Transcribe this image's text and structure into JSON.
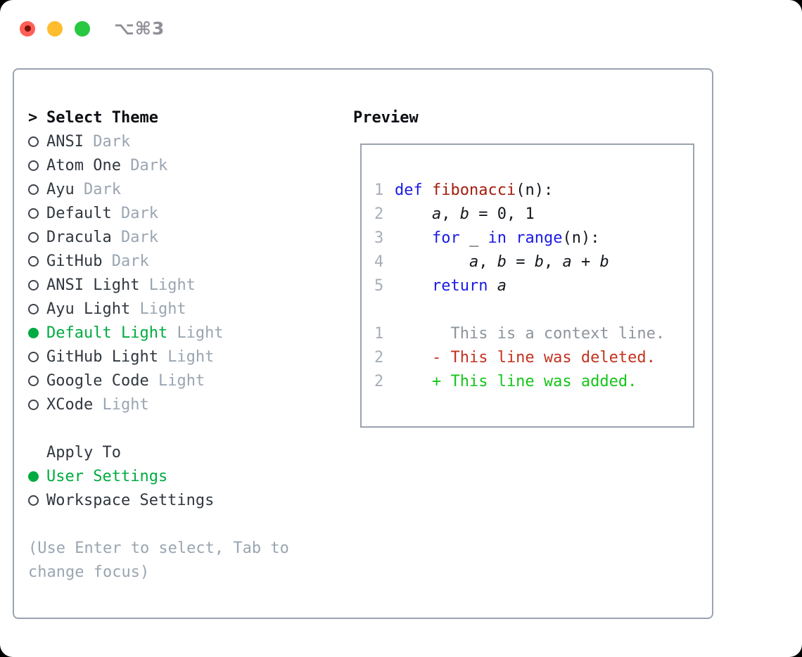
{
  "window": {
    "title": "⌥⌘3",
    "traffic_lights": [
      "close",
      "minimize",
      "maximize"
    ]
  },
  "colors": {
    "selected_green": "#00ab41",
    "keyword_blue": "#1a1ae6",
    "function_red": "#a31c0d",
    "deleted_red": "#c3321e",
    "added_green": "#14c519",
    "muted_gray": "#9aa5b1",
    "line_number_gray": "#a6aeb8",
    "context_gray": "#8d949c",
    "border_gray": "#9aa3ae",
    "traffic_red": "#ff5f57",
    "traffic_yellow": "#febc2e",
    "traffic_green": "#28c840"
  },
  "panel": {
    "select_theme": {
      "prompt": ">",
      "label": "Select Theme"
    },
    "themes": [
      {
        "name": "ANSI",
        "variant": "Dark",
        "selected": false
      },
      {
        "name": "Atom One",
        "variant": "Dark",
        "selected": false
      },
      {
        "name": "Ayu",
        "variant": "Dark",
        "selected": false
      },
      {
        "name": "Default",
        "variant": "Dark",
        "selected": false
      },
      {
        "name": "Dracula",
        "variant": "Dark",
        "selected": false
      },
      {
        "name": "GitHub",
        "variant": "Dark",
        "selected": false
      },
      {
        "name": "ANSI Light",
        "variant": "Light",
        "selected": false
      },
      {
        "name": "Ayu Light",
        "variant": "Light",
        "selected": false
      },
      {
        "name": "Default Light",
        "variant": "Light",
        "selected": true
      },
      {
        "name": "GitHub Light",
        "variant": "Light",
        "selected": false
      },
      {
        "name": "Google Code",
        "variant": "Light",
        "selected": false
      },
      {
        "name": "XCode",
        "variant": "Light",
        "selected": false
      }
    ],
    "apply_to": {
      "label": "Apply To",
      "options": [
        {
          "name": "User Settings",
          "selected": true
        },
        {
          "name": "Workspace Settings",
          "selected": false
        }
      ]
    },
    "hint_lines": [
      "(Use Enter to select, Tab to",
      "change focus)"
    ]
  },
  "preview": {
    "label": "Preview",
    "code_lines": [
      {
        "num": "1",
        "tokens": [
          {
            "t": "def",
            "c": "kw"
          },
          {
            "t": " ",
            "c": "pl"
          },
          {
            "t": "fibonacci",
            "c": "fn"
          },
          {
            "t": "(n):",
            "c": "pl"
          }
        ]
      },
      {
        "num": "2",
        "tokens": [
          {
            "t": "    ",
            "c": "pl"
          },
          {
            "t": "a",
            "c": "pl var"
          },
          {
            "t": ", ",
            "c": "pl"
          },
          {
            "t": "b",
            "c": "pl var"
          },
          {
            "t": " = 0, 1",
            "c": "pl"
          }
        ]
      },
      {
        "num": "3",
        "tokens": [
          {
            "t": "    ",
            "c": "pl"
          },
          {
            "t": "for",
            "c": "kw"
          },
          {
            "t": " _ ",
            "c": "pl"
          },
          {
            "t": "in",
            "c": "kw"
          },
          {
            "t": " ",
            "c": "pl"
          },
          {
            "t": "range",
            "c": "kw"
          },
          {
            "t": "(n):",
            "c": "pl"
          }
        ]
      },
      {
        "num": "4",
        "tokens": [
          {
            "t": "        ",
            "c": "pl"
          },
          {
            "t": "a",
            "c": "pl var"
          },
          {
            "t": ", ",
            "c": "pl"
          },
          {
            "t": "b",
            "c": "pl var"
          },
          {
            "t": " = ",
            "c": "pl"
          },
          {
            "t": "b",
            "c": "pl var"
          },
          {
            "t": ", ",
            "c": "pl"
          },
          {
            "t": "a",
            "c": "pl var"
          },
          {
            "t": " + ",
            "c": "pl"
          },
          {
            "t": "b",
            "c": "pl var"
          }
        ]
      },
      {
        "num": "5",
        "tokens": [
          {
            "t": "    ",
            "c": "pl"
          },
          {
            "t": "return",
            "c": "kw"
          },
          {
            "t": " ",
            "c": "pl"
          },
          {
            "t": "a",
            "c": "pl var"
          }
        ]
      },
      {
        "num": "",
        "tokens": []
      },
      {
        "num": "1",
        "tokens": [
          {
            "t": "      This is a context line.",
            "c": "ctx"
          }
        ]
      },
      {
        "num": "2",
        "tokens": [
          {
            "t": "    - This line was deleted.",
            "c": "del"
          }
        ]
      },
      {
        "num": "2",
        "tokens": [
          {
            "t": "    + This line was added.",
            "c": "add"
          }
        ]
      }
    ]
  }
}
